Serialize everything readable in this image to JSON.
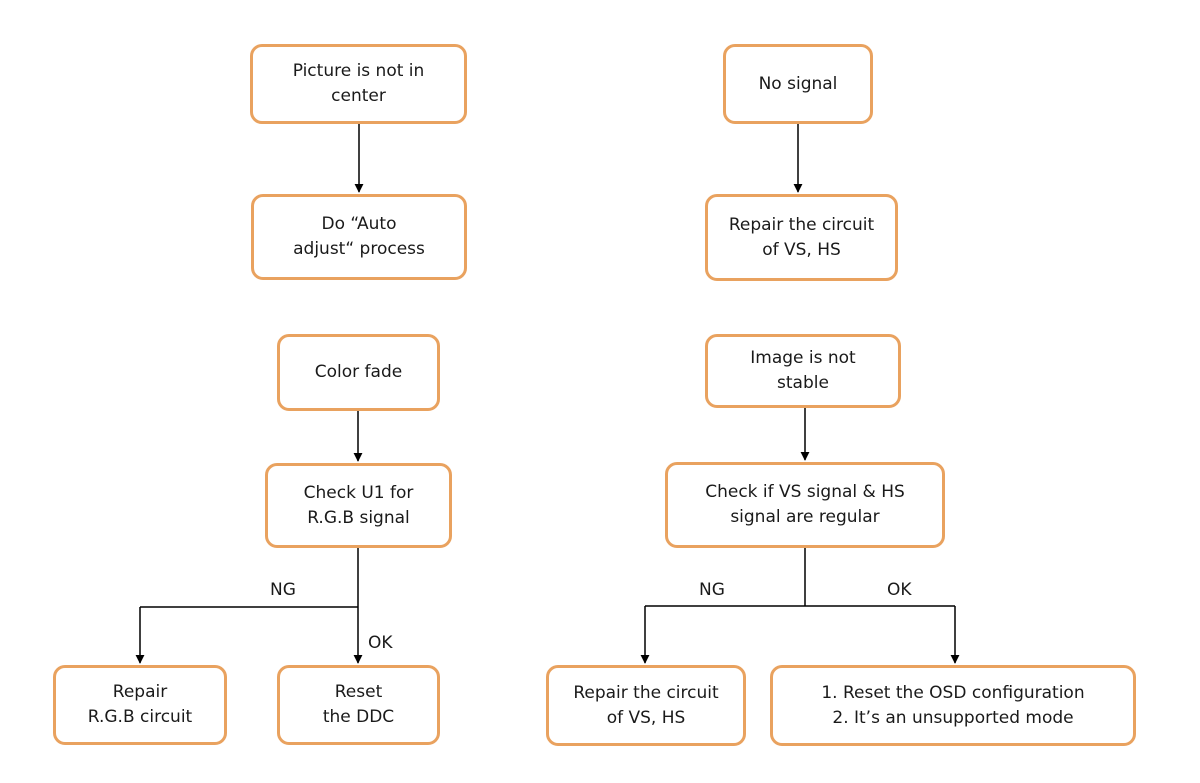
{
  "colors": {
    "box_border": "#E9A25F",
    "connector": "#000000",
    "text": "#1a1a1a"
  },
  "flowcharts": [
    {
      "id": "picture-not-center",
      "nodes": [
        {
          "id": "picture-not-center",
          "lines": [
            "Picture is not in",
            "center"
          ]
        },
        {
          "id": "auto-adjust",
          "lines": [
            "Do “Auto",
            "adjust“ process"
          ]
        }
      ],
      "edges": [
        [
          "picture-not-center",
          "auto-adjust"
        ]
      ]
    },
    {
      "id": "no-signal",
      "nodes": [
        {
          "id": "no-signal",
          "lines": [
            "No signal"
          ]
        },
        {
          "id": "repair-vs-hs-top",
          "lines": [
            "Repair the circuit",
            "of VS, HS"
          ]
        }
      ],
      "edges": [
        [
          "no-signal",
          "repair-vs-hs-top"
        ]
      ]
    },
    {
      "id": "color-fade",
      "nodes": [
        {
          "id": "color-fade",
          "lines": [
            "Color fade"
          ]
        },
        {
          "id": "check-u1",
          "lines": [
            "Check U1 for",
            "R.G.B signal"
          ]
        },
        {
          "id": "repair-rgb",
          "lines": [
            "Repair",
            "R.G.B circuit"
          ]
        },
        {
          "id": "reset-ddc",
          "lines": [
            "Reset",
            "the DDC"
          ]
        }
      ],
      "edges": [
        [
          "color-fade",
          "check-u1"
        ],
        [
          "check-u1",
          "repair-rgb",
          "NG"
        ],
        [
          "check-u1",
          "reset-ddc",
          "OK"
        ]
      ],
      "branch_labels": {
        "ng": "NG",
        "ok": "OK"
      }
    },
    {
      "id": "image-not-stable",
      "nodes": [
        {
          "id": "image-not-stable",
          "lines": [
            "Image is not",
            "stable"
          ]
        },
        {
          "id": "check-vs-hs",
          "lines": [
            "Check if VS signal & HS",
            "signal are regular"
          ]
        },
        {
          "id": "repair-vs-hs-bottom",
          "lines": [
            "Repair the circuit",
            "of VS, HS"
          ]
        },
        {
          "id": "reset-osd",
          "lines": [
            "1. Reset the OSD configuration",
            "2. It’s an unsupported mode"
          ]
        }
      ],
      "edges": [
        [
          "image-not-stable",
          "check-vs-hs"
        ],
        [
          "check-vs-hs",
          "repair-vs-hs-bottom",
          "NG"
        ],
        [
          "check-vs-hs",
          "reset-osd",
          "OK"
        ]
      ],
      "branch_labels": {
        "ng": "NG",
        "ok": "OK"
      }
    }
  ]
}
